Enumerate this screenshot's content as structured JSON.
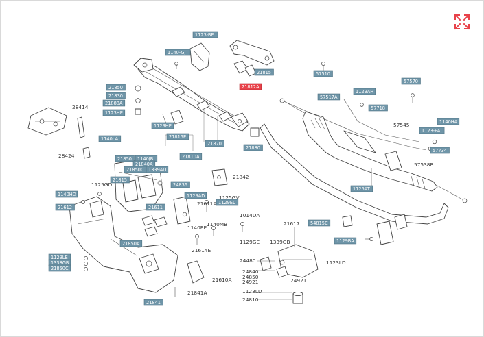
{
  "accent_color": "#e8424a",
  "tag_color": "#6f95a8",
  "expand_icon": "expand-arrows-icon",
  "labels": {
    "l28414": "28414",
    "l28424": "28424",
    "l1125GD": "1125GD",
    "l21842": "21842",
    "l1125GV": "1125GV",
    "l1014DA": "1014DA",
    "l21617": "21617",
    "l1140MB": "1140MB",
    "l1140EE": "1140EE",
    "l21614E": "21614E",
    "l21611A": "21611A",
    "l1129GE": "1129GE",
    "l1339GB": "1339GB",
    "l24480": "24480",
    "l24840": "24840",
    "l24850": "24850",
    "l24921": "24921",
    "l21610A": "21610A",
    "l1123LD_a": "1123LD",
    "l1123LD_b": "1123LD",
    "l24810": "24810",
    "l21841A": "21841A",
    "l57545": "57545",
    "l57538B": "57538B"
  },
  "tags": {
    "t_top_a": "1123-BF",
    "t_top_b": "1140-GJ",
    "t_mount_r": "21815",
    "t_highlight": "21812A",
    "t_l1": "21850",
    "t_l2": "21830",
    "t_l3": "21888A",
    "t_l4": "1123HE",
    "t_beam_a": "1129HE",
    "t_beam_b": "21815E",
    "t_beam_c": "21810A",
    "t_beam_d": "21870",
    "t_beam_e": "21880",
    "t_left": "1140LA",
    "t_c1": "21850",
    "t_c2": "1140JB",
    "t_c3": "21840A",
    "t_c4": "1339AD",
    "t_c5": "21815",
    "t_c6": "24836",
    "t_c7": "21850C",
    "t_c8": "1129AD",
    "t_c9": "1129EL",
    "t_c10": "21611",
    "t_ll1": "1140HD",
    "t_ll2": "21612",
    "t_ll3": "21850A",
    "t_ll4": "1129LE",
    "t_ll5": "1338GB",
    "t_ll6": "21850C",
    "t_ll7": "21841",
    "t_rack1": "57510",
    "t_rack2": "57517A",
    "t_rack3": "57718",
    "t_rack4": "1129AH",
    "t_rack5": "57570",
    "t_rack6": "1123-PA",
    "t_rack7": "1140HA",
    "t_rack8": "57734",
    "t_rack9": "1125AT",
    "t_stab1": "54815C",
    "t_stab2": "1129BA"
  }
}
